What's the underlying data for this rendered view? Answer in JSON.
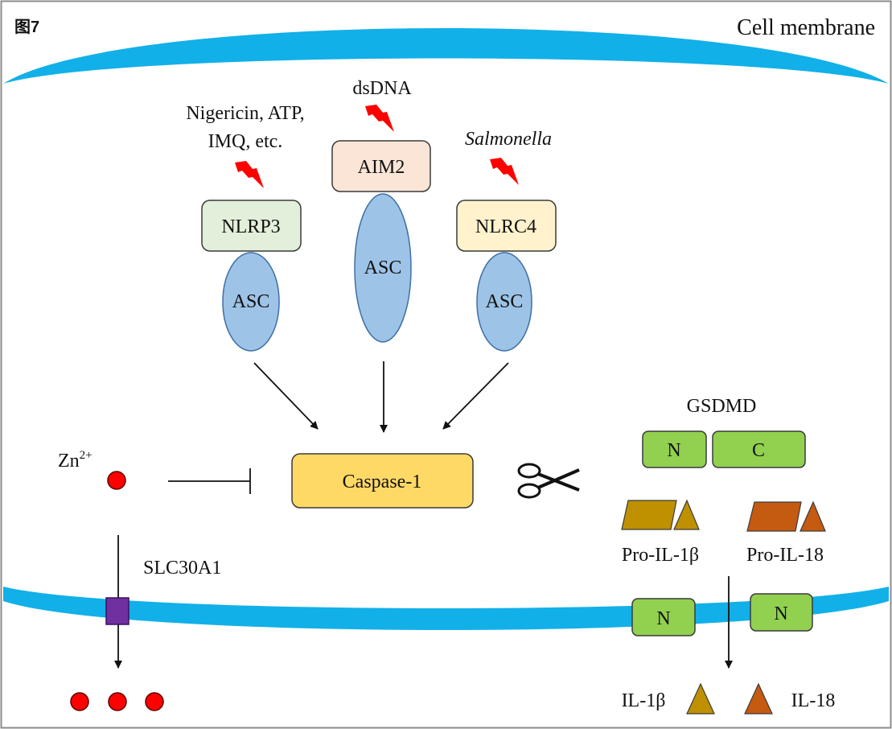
{
  "figure": {
    "label": "图7",
    "cell_membrane_label": "Cell membrane"
  },
  "colors": {
    "membrane": "#12b0e8",
    "asc": "#9dc3e6",
    "asc_stroke": "#3d6fa6",
    "nlrp3": "#e2efda",
    "aim2": "#fbe5d6",
    "nlrc4": "#fff2cc",
    "caspase": "#ffd966",
    "gsdmd": "#92d050",
    "il1b": "#bf9000",
    "il18": "#c55a11",
    "zinc": "#ff0000",
    "transporter": "#7030a0",
    "bolt": "#ff0000"
  },
  "stimuli": {
    "nlrp3_line1": "Nigericin, ATP,",
    "nlrp3_line2": "IMQ, etc.",
    "aim2": "dsDNA",
    "nlrc4": "Salmonella"
  },
  "sensors": {
    "nlrp3": "NLRP3",
    "aim2": "AIM2",
    "nlrc4": "NLRC4"
  },
  "adaptor": {
    "label": "ASC"
  },
  "caspase": {
    "label": "Caspase-1"
  },
  "zinc": {
    "label_base": "Zn",
    "label_sup": "2+",
    "transporter": "SLC30A1"
  },
  "gsdmd": {
    "label": "GSDMD",
    "n_domain": "N",
    "c_domain": "C",
    "pore_label": "N"
  },
  "cytokines": {
    "pro_il1b": "Pro-IL-1β",
    "pro_il18": "Pro-IL-18",
    "il1b": "IL-1β",
    "il18": "IL-18"
  }
}
